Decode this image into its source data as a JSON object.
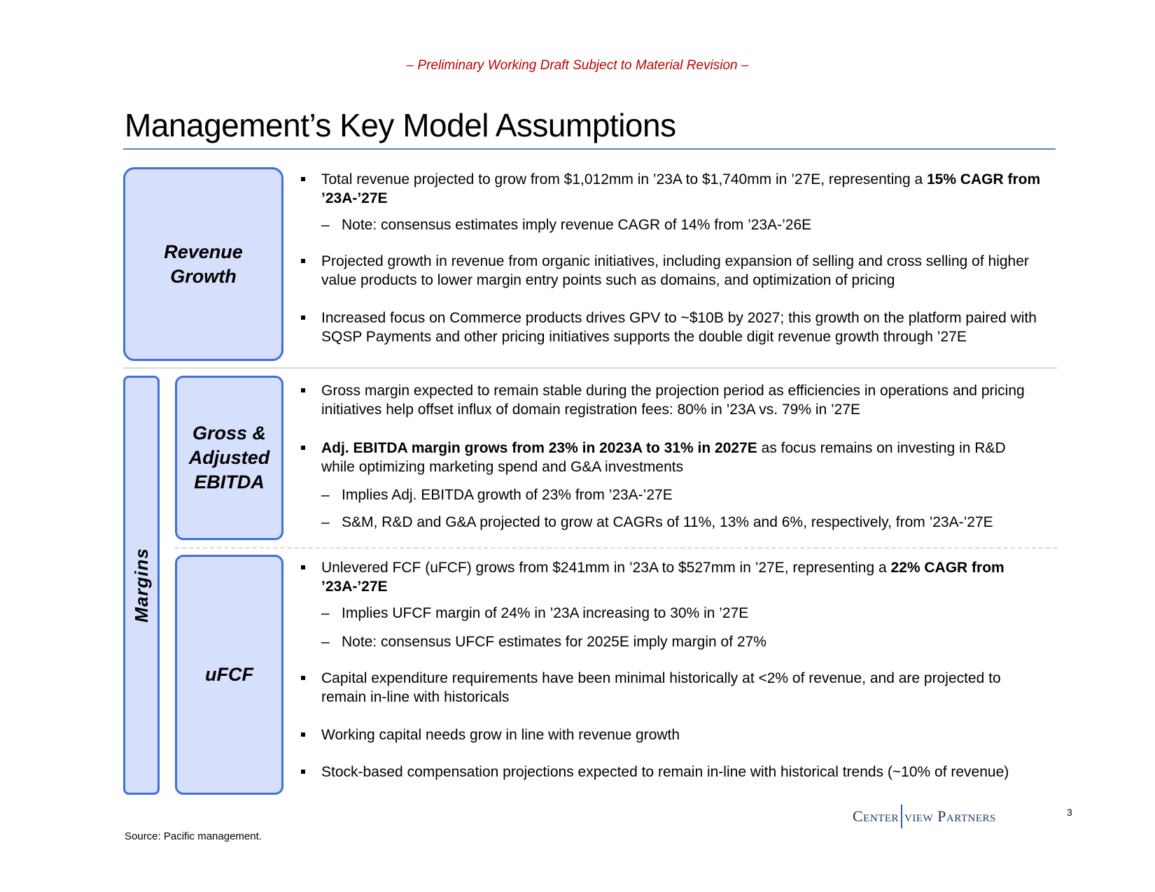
{
  "draft_notice": "– Preliminary Working Draft Subject to Material Revision –",
  "title": "Management’s Key Model Assumptions",
  "sections": {
    "revenue": {
      "label_line1": "Revenue",
      "label_line2": "Growth",
      "bullet1_text": "Total revenue projected to grow from $1,012mm in ’23A to $1,740mm in ’27E, representing a ",
      "bullet1_bold": "15% CAGR from ’23A-’27E",
      "sub1": "Note: consensus estimates imply revenue CAGR of 14% from ’23A-’26E",
      "bullet2": "Projected growth in revenue from organic initiatives, including expansion of selling and cross selling of higher value products to lower margin entry points such as domains, and optimization of pricing",
      "bullet3": "Increased focus on Commerce products drives GPV to ~$10B by 2027; this growth on the platform paired with SQSP Payments and other pricing initiatives supports the double digit revenue growth through ’27E"
    },
    "margins": {
      "label": "Margins",
      "gross": {
        "label_line1": "Gross &",
        "label_line2": "Adjusted",
        "label_line3": "EBITDA",
        "bullet1": "Gross margin expected to remain stable during the projection period as efficiencies in operations and pricing initiatives help offset influx of domain registration fees: 80% in ’23A vs. 79% in ’27E",
        "bullet2_bold": "Adj. EBITDA margin grows from 23% in 2023A to 31% in 2027E",
        "bullet2_text": " as focus remains on investing in R&D while optimizing marketing spend and G&A investments",
        "sub1": "Implies Adj. EBITDA growth of 23% from ’23A-’27E",
        "sub2": "S&M, R&D and G&A projected to grow at CAGRs of 11%, 13% and 6%, respectively, from ’23A-’27E"
      },
      "ufcf": {
        "label": "uFCF",
        "bullet1_text": "Unlevered FCF (uFCF) grows from $241mm in ’23A to $527mm in ’27E, representing a ",
        "bullet1_bold": "22% CAGR from ’23A-’27E",
        "sub1": "Implies UFCF margin of 24% in ’23A increasing to 30% in ’27E",
        "sub2": "Note: consensus UFCF estimates for 2025E imply margin of 27%",
        "bullet2": "Capital expenditure requirements have been minimal historically at <2% of revenue, and are projected to remain in-line with historicals",
        "bullet3": "Working capital needs grow in line with revenue growth",
        "bullet4": "Stock-based compensation projections expected to remain in-line with historical trends (~10% of revenue)"
      }
    }
  },
  "footer": {
    "logo_left": "Center",
    "logo_right": "view Partners",
    "page_number": "3",
    "source": "Source: Pacific management."
  },
  "colors": {
    "draft_red": "#c00000",
    "box_fill": "#d6dffb",
    "box_border": "#3e6fe0",
    "title_rule": "#4f89b3"
  }
}
